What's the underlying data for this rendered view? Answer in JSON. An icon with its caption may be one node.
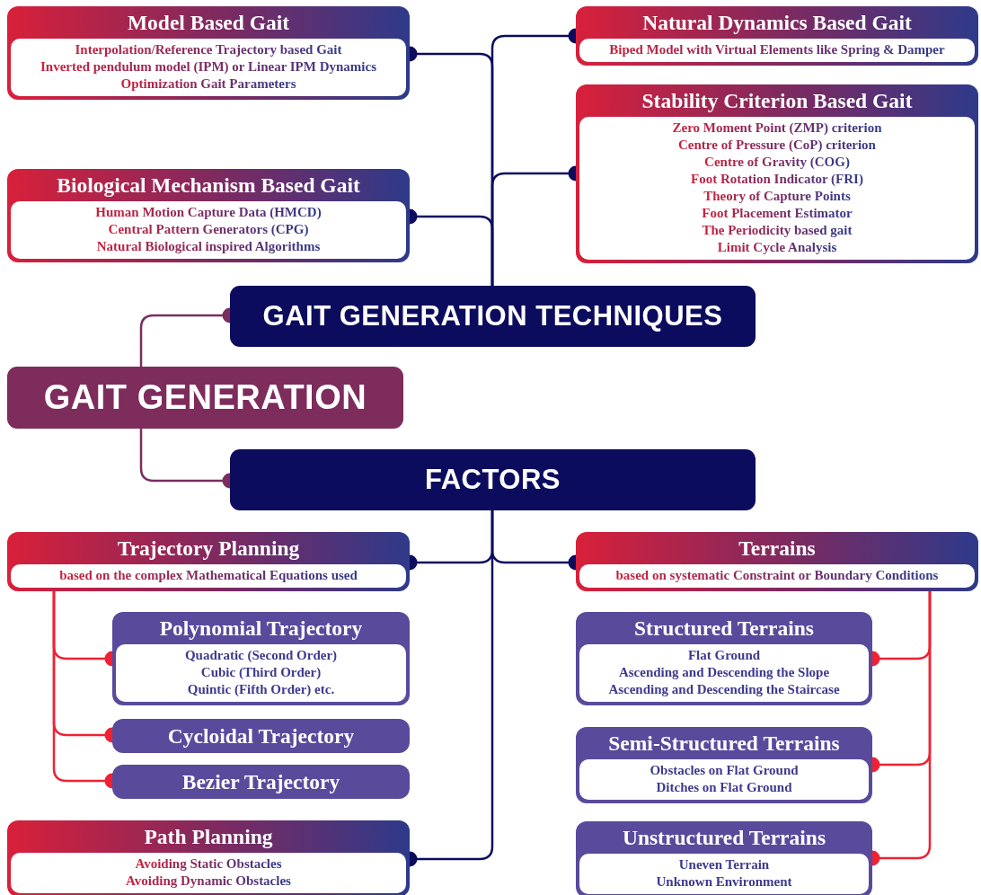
{
  "diagram": {
    "nodes": [
      {
        "text": [
          "GAIT GENERATION"
        ]
      },
      {
        "text": [
          "GAIT GENERATION TECHNIQUES"
        ]
      },
      {
        "text": [
          "FACTORS"
        ]
      },
      {
        "text": [
          "Model Based Gait",
          "Interpolation/Reference Trajectory based Gait",
          "Inverted pendulum model (IPM) or Linear IPM Dynamics",
          "Optimization Gait Parameters"
        ]
      },
      {
        "text": [
          "Biological Mechanism Based Gait",
          "Human Motion Capture Data (HMCD)",
          "Central Pattern Generators (CPG)",
          "Natural Biological inspired Algorithms"
        ]
      },
      {
        "text": [
          "Natural Dynamics Based Gait",
          "Biped Model with Virtual Elements like Spring & Damper"
        ]
      },
      {
        "text": [
          "Stability Criterion Based Gait",
          "Zero Moment Point (ZMP) criterion",
          "Centre of Pressure (CoP) criterion",
          "Centre of Gravity (COG)",
          "Foot Rotation Indicator (FRI)",
          "Theory of Capture Points",
          "Foot Placement Estimator",
          "The Periodicity based gait",
          "Limit Cycle Analysis"
        ]
      },
      {
        "text": [
          "Trajectory Planning",
          "based on the complex Mathematical Equations used"
        ]
      },
      {
        "text": [
          "Polynomial Trajectory",
          "Quadratic (Second Order)",
          "Cubic (Third Order)",
          "Quintic (Fifth Order) etc."
        ]
      },
      {
        "text": [
          "Cycloidal Trajectory"
        ]
      },
      {
        "text": [
          "Bezier Trajectory"
        ]
      },
      {
        "text": [
          "Path Planning",
          "Avoiding Static Obstacles",
          "Avoiding Dynamic Obstacles"
        ]
      },
      {
        "text": [
          "Terrains",
          "based on systematic Constraint or Boundary Conditions"
        ]
      },
      {
        "text": [
          "Structured Terrains",
          "Flat Ground",
          "Ascending and Descending the Slope",
          "Ascending and Descending the Staircase"
        ]
      },
      {
        "text": [
          "Semi-Structured Terrains",
          "Obstacles on Flat Ground",
          "Ditches on Flat Ground"
        ]
      },
      {
        "text": [
          "Unstructured Terrains",
          "Uneven Terrain",
          "Unknown Environment"
        ]
      }
    ],
    "edges": [
      {
        "from": 0,
        "to": 1,
        "arrow": "other",
        "color": "#7b2d5e"
      },
      {
        "from": 0,
        "to": 2,
        "arrow": "other",
        "color": "#7b2d5e"
      },
      {
        "from": 1,
        "to": 3,
        "arrow": "other"
      },
      {
        "from": 1,
        "to": 4,
        "arrow": "other"
      },
      {
        "from": 1,
        "to": 5,
        "arrow": "other"
      },
      {
        "from": 1,
        "to": 6,
        "arrow": "other"
      },
      {
        "from": 2,
        "to": 7,
        "arrow": "other"
      },
      {
        "from": 2,
        "to": 11,
        "arrow": "other"
      },
      {
        "from": 2,
        "to": 12,
        "arrow": "other"
      },
      {
        "from": 7,
        "to": 8,
        "arrow": "other",
        "color": "#ee2233"
      },
      {
        "from": 7,
        "to": 9,
        "arrow": "other",
        "color": "#ee2233"
      },
      {
        "from": 7,
        "to": 10,
        "arrow": "other",
        "color": "#ee2233"
      },
      {
        "from": 12,
        "to": 13,
        "arrow": "other",
        "color": "#ee2233"
      },
      {
        "from": 12,
        "to": 14,
        "arrow": "other",
        "color": "#ee2233"
      },
      {
        "from": 12,
        "to": 15,
        "arrow": "other",
        "color": "#ee2233"
      }
    ]
  }
}
